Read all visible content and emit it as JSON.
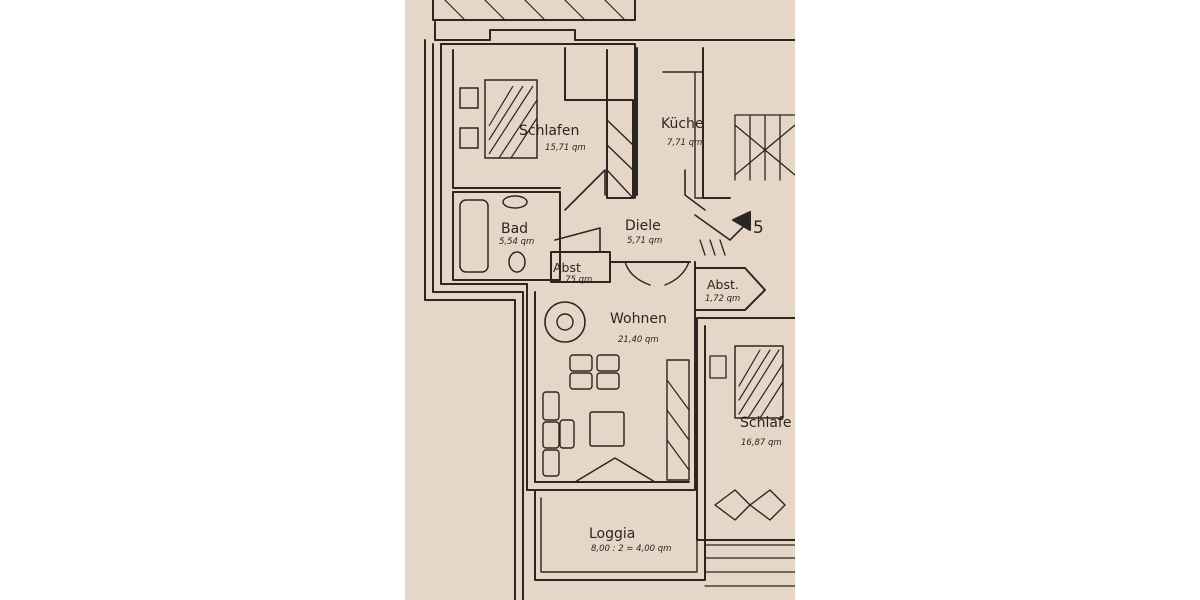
{
  "plan": {
    "paper_color": "#e6d6c7",
    "ink_color": "#2b2622",
    "rooms": [
      {
        "name": "Schlafen",
        "area": "15,71 qm"
      },
      {
        "name": "Küche",
        "area": "7,71 qm"
      },
      {
        "name": "Bad",
        "area": "5,54 qm"
      },
      {
        "name": "Diele",
        "area": "5,71 qm"
      },
      {
        "name": "Abst",
        "area": "1,75 qm"
      },
      {
        "name": "Abst.",
        "area": "1,72 qm"
      },
      {
        "name": "Wohnen",
        "area": "21,40 qm"
      },
      {
        "name": "Schlafe",
        "area": "16,87 qm"
      },
      {
        "name": "Loggia",
        "area": "8,00 : 2 = 4,00 qm"
      }
    ],
    "entrance_marker": "5"
  }
}
